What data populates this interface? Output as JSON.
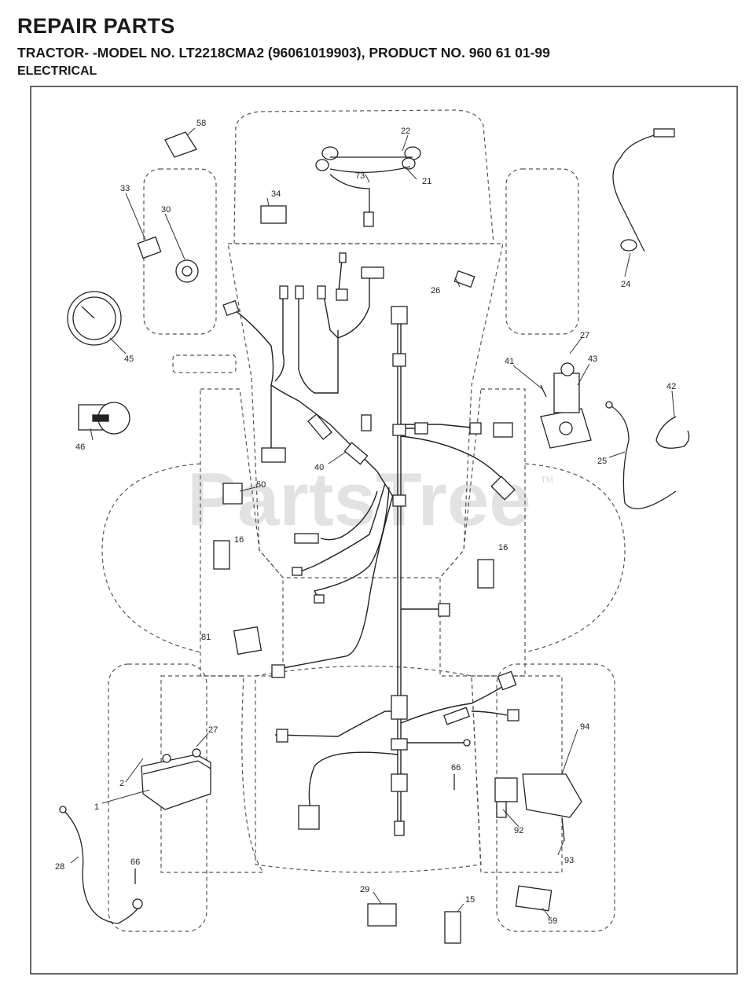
{
  "header": {
    "title": "REPAIR PARTS",
    "model_line": "TRACTOR- -MODEL NO. LT2218CMA2 (96061019903), PRODUCT NO. 960 61 01-99",
    "section": "ELECTRICAL"
  },
  "watermark": {
    "text": "PartsTree",
    "tm": "TM"
  },
  "parts": {
    "p58": "58",
    "p22": "22",
    "p73": "73",
    "p21": "21",
    "p34": "34",
    "p33": "33",
    "p30": "30",
    "p24": "24",
    "p26": "26",
    "p45": "45",
    "p27a": "27",
    "p41": "41",
    "p43": "43",
    "p42": "42",
    "p46": "46",
    "p40": "40",
    "p25": "25",
    "p50": "50",
    "p16a": "16",
    "p16b": "16",
    "p81": "81",
    "p27b": "27",
    "p94": "94",
    "p2": "2",
    "p66a": "66",
    "p1": "1",
    "p92": "92",
    "p93": "93",
    "p28": "28",
    "p66b": "66",
    "p29": "29",
    "p15": "15",
    "p59": "59"
  }
}
